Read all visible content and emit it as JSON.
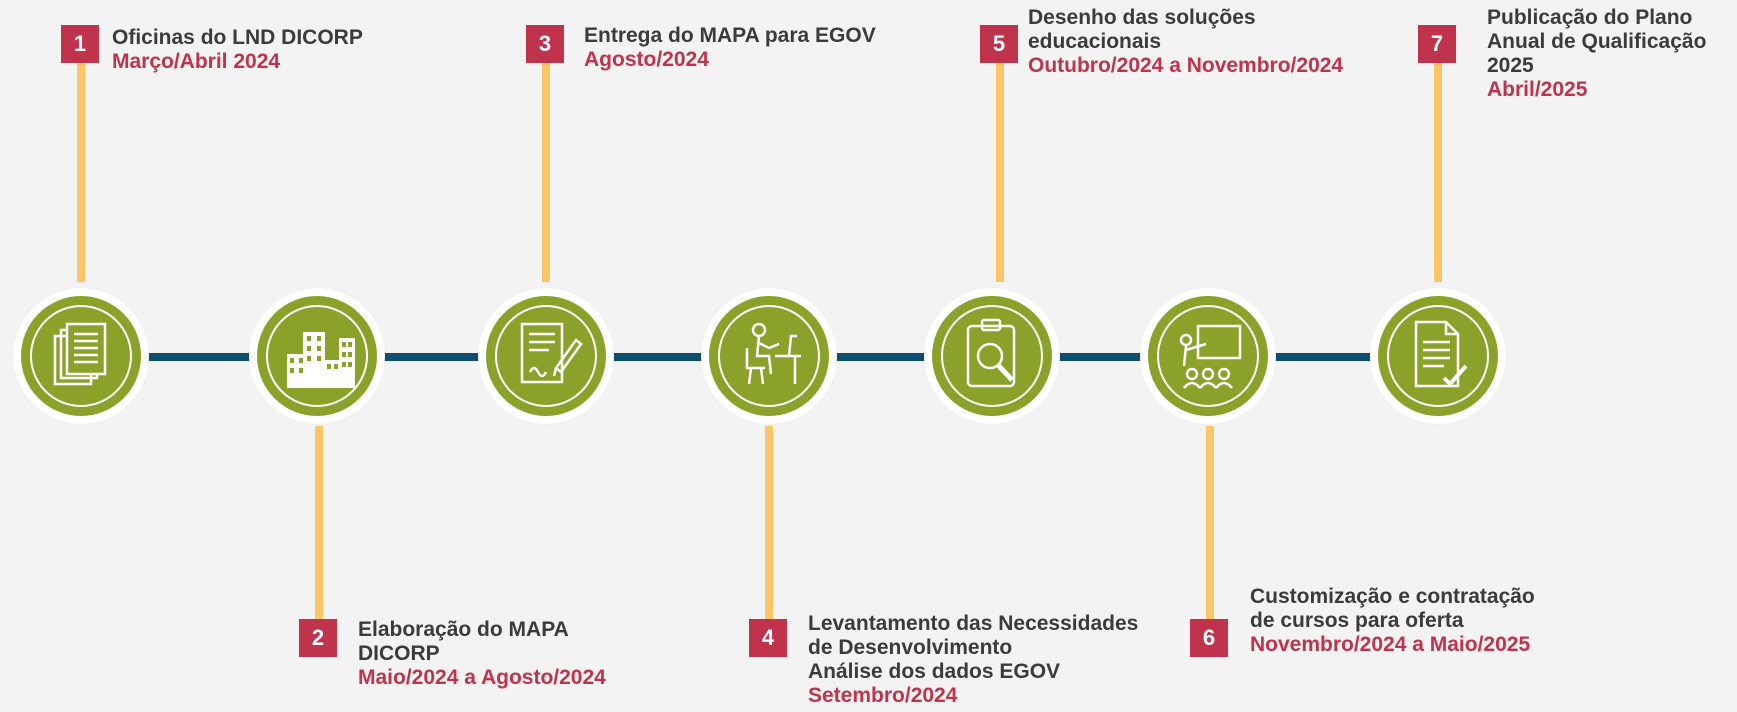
{
  "steps": [
    {
      "number": "1",
      "title": "Oficinas do LND DICORP",
      "date": "Março/Abril 2024",
      "icon": "documents-icon"
    },
    {
      "number": "2",
      "title": "Elaboração do MAPA\nDICORP",
      "date": "Maio/2024 a Agosto/2024",
      "icon": "buildings-icon"
    },
    {
      "number": "3",
      "title": "Entrega do MAPA para EGOV",
      "date": "Agosto/2024",
      "icon": "contract-icon"
    },
    {
      "number": "4",
      "title": "Levantamento das Necessidades\nde Desenvolvimento\nAnálise dos dados EGOV",
      "date": "Setembro/2024",
      "icon": "person-desk-icon"
    },
    {
      "number": "5",
      "title": "Desenho das soluções\neducacionais",
      "date": "Outubro/2024 a Novembro/2024",
      "icon": "clipboard-search-icon"
    },
    {
      "number": "6",
      "title": "Customização e contratação\nde cursos para oferta",
      "date": "Novembro/2024 a Maio/2025",
      "icon": "teacher-class-icon"
    },
    {
      "number": "7",
      "title": "Publicação do Plano\nAnual de Qualificação\n2025",
      "date": "Abril/2025",
      "icon": "document-check-icon"
    }
  ],
  "colors": {
    "accent": "#c0334c",
    "circle": "#8aa12a",
    "connector": "#0d4f73",
    "stem": "#fcc667",
    "text": "#3b3b3b"
  }
}
